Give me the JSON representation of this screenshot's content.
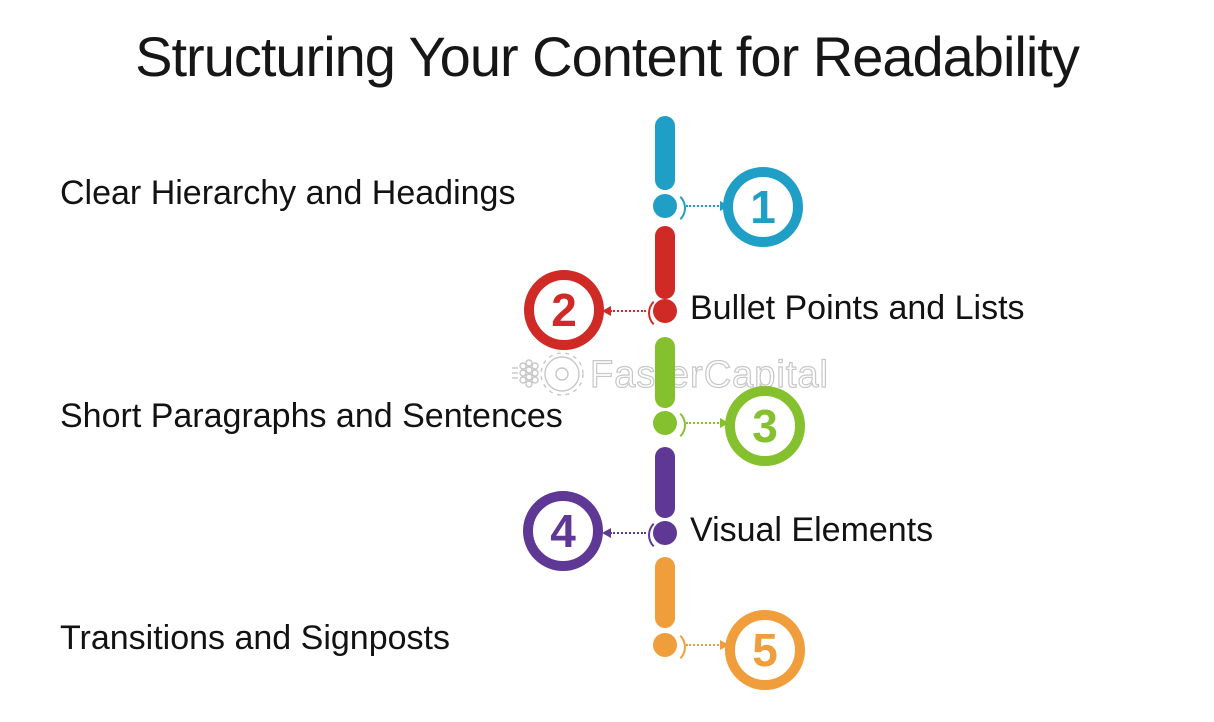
{
  "title": "Structuring Your Content for Readability",
  "watermark": {
    "text": "FasterCapital",
    "icon": "gear-icon"
  },
  "colors": {
    "step1_teal": "#1f9ec6",
    "step2_red": "#cf2a25",
    "step3_green": "#85c12e",
    "step4_purple": "#5f3795",
    "step5_orange": "#f09d3c",
    "text": "#161616",
    "watermark_outline": "#c7c7c7"
  },
  "steps": [
    {
      "number": "1",
      "label": "Clear Hierarchy and Headings",
      "color": "#1f9ec6",
      "circle_side": "right",
      "label_side": "left"
    },
    {
      "number": "2",
      "label": "Bullet Points and Lists",
      "color": "#cf2a25",
      "circle_side": "left",
      "label_side": "right"
    },
    {
      "number": "3",
      "label": "Short Paragraphs and Sentences",
      "color": "#85c12e",
      "circle_side": "right",
      "label_side": "left"
    },
    {
      "number": "4",
      "label": "Visual Elements",
      "color": "#5f3795",
      "circle_side": "left",
      "label_side": "right"
    },
    {
      "number": "5",
      "label": "Transitions and Signposts",
      "color": "#f09d3c",
      "circle_side": "right",
      "label_side": "left"
    }
  ]
}
